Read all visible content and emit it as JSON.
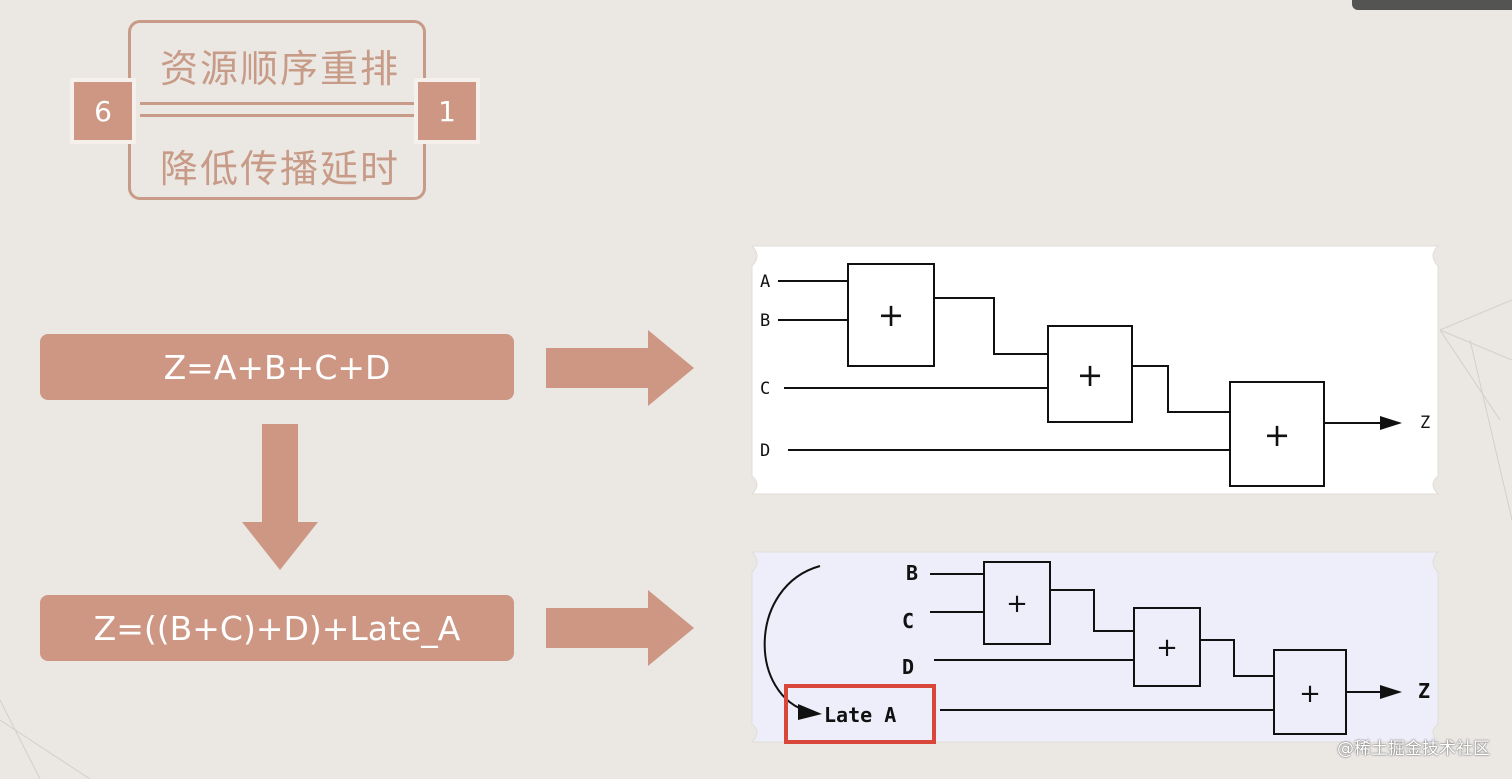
{
  "header": {
    "title_top": "资源顺序重排",
    "title_bottom": "降低传播延时",
    "left_number": "6",
    "right_number": "1"
  },
  "formulas": {
    "original": "Z=A+B+C+D",
    "reordered": "Z=((B+C)+D)+Late_A"
  },
  "diagram_top": {
    "inputs": [
      "A",
      "B",
      "C",
      "D"
    ],
    "operator": "+",
    "output": "Z"
  },
  "diagram_bottom": {
    "inputs": [
      "B",
      "C",
      "D"
    ],
    "late_input": "Late A",
    "operator": "+",
    "output": "Z"
  },
  "watermark": "@稀土掘金技术社区",
  "colors": {
    "accent": "#cd9784",
    "badge_line": "#c79b87",
    "highlight_box": "#d9463a",
    "panel_bottom_bg": "#eeeefb"
  }
}
